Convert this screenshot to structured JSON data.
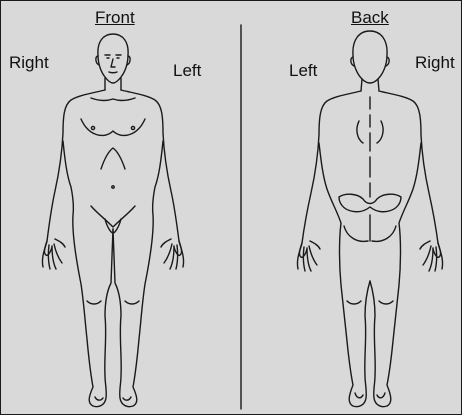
{
  "headings": {
    "front": "Front",
    "back": "Back"
  },
  "front_view": {
    "side_left_of_image": "Right",
    "side_right_of_image": "Left"
  },
  "back_view": {
    "side_left_of_image": "Left",
    "side_right_of_image": "Right"
  },
  "colors": {
    "background": "#d9d9d9",
    "line": "#1a1a1a"
  }
}
